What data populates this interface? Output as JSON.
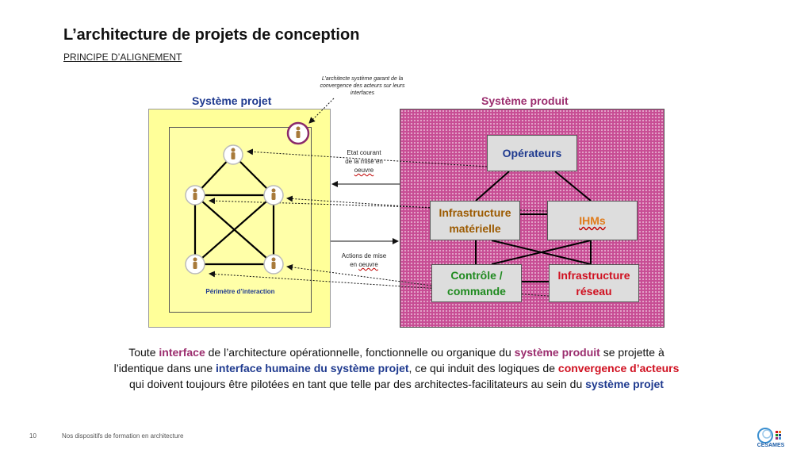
{
  "header": {
    "title": "L’architecture de projets de conception",
    "subtitle": "PRINCIPE D’ALIGNEMENT"
  },
  "diagram": {
    "annotation": "L’architecte système garant de la convergence des acteurs sur leurs interfaces",
    "systeme_projet": {
      "label": "Système projet",
      "perimetre": "Périmètre d’interaction"
    },
    "systeme_produit": {
      "label": "Système produit",
      "boxes": {
        "operateurs": "Opérateurs",
        "infra_materielle_1": "Infrastructure",
        "infra_materielle_2": "matérielle",
        "ihms": "IHMs",
        "controle_1": "Contrôle /",
        "controle_2": "commande",
        "infra_reseau_1": "Infrastructure",
        "infra_reseau_2": "réseau"
      }
    },
    "arrow_labels": {
      "etat_1": "Etat courant",
      "etat_2": "de la mise en",
      "etat_3": "oeuvre",
      "actions_1": "Actions de mise",
      "actions_2": "en",
      "actions_3": "oeuvre"
    }
  },
  "paragraph": {
    "t1": "Toute ",
    "t2": "interface",
    "t3": " de l’architecture opérationnelle, fonctionnelle ou organique du ",
    "t4": "système produit",
    "t5": " se projette à l’identique dans une ",
    "t6": "interface humaine du système projet",
    "t7": ", ce qui induit des logiques de ",
    "t8": "convergence d’acteurs",
    "t9": " qui doivent toujours être pilotées en tant que telle par des architectes-facilitateurs au sein du ",
    "t10": "système projet"
  },
  "footer": {
    "page": "10",
    "text": "Nos dispositifs de formation en architecture",
    "logo": "CESAMES"
  },
  "colors": {
    "projet_blue": "#1f3a8f",
    "produit_magenta": "#9b2d6e",
    "yellow": "#ffff99",
    "pink": "#c74d94"
  }
}
